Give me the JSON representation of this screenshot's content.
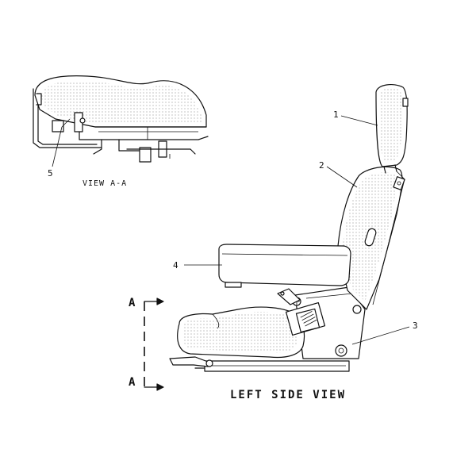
{
  "callouts": {
    "c1": "1",
    "c2": "2",
    "c3": "3",
    "c4": "4",
    "c5": "5"
  },
  "captions": {
    "view_aa": "VIEW A-A",
    "left_side_view": "LEFT SIDE VIEW"
  },
  "section_marks": {
    "top": "A",
    "bottom": "A"
  },
  "icons": {
    "seat": "seat-assembly-drawing",
    "detail": "seat-cushion-cross-section",
    "section_arrow": "section-arrow-icon"
  },
  "colors": {
    "line": "#111111",
    "paper": "#ffffff"
  }
}
